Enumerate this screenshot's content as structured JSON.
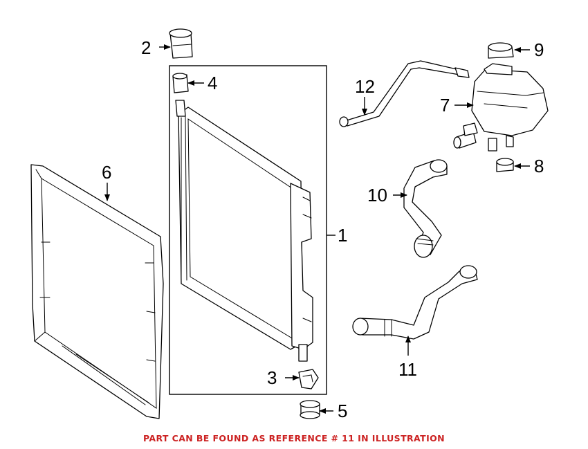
{
  "callouts": {
    "c1": "1",
    "c2": "2",
    "c3": "3",
    "c4": "4",
    "c5": "5",
    "c6": "6",
    "c7": "7",
    "c8": "8",
    "c9": "9",
    "c10": "10",
    "c11": "11",
    "c12": "12"
  },
  "note": "PART CAN BE FOUND AS REFERENCE # 11 IN ILLUSTRATION",
  "colors": {
    "note": "#cc2222",
    "line": "#000000",
    "background": "#ffffff"
  }
}
